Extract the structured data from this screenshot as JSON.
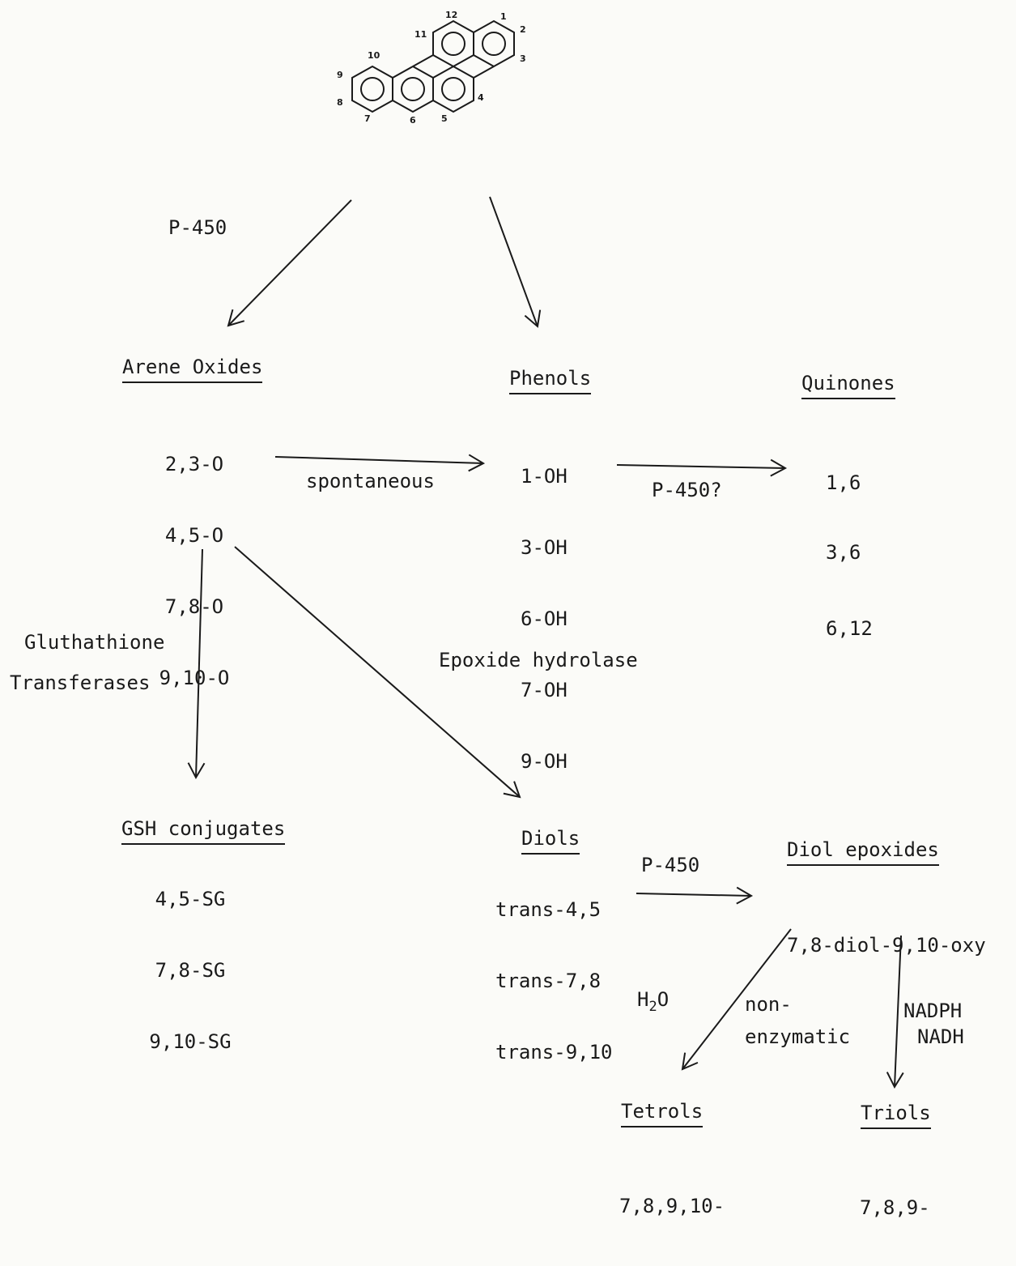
{
  "molecule": {
    "locants": [
      "1",
      "2",
      "3",
      "4",
      "5",
      "6",
      "7",
      "8",
      "9",
      "10",
      "11",
      "12"
    ]
  },
  "enzymes": {
    "p450_top": "P-450",
    "spontaneous": "spontaneous",
    "p450_question": "P-450?",
    "gst_line1": "Gluthathione",
    "gst_line2": "Transferases",
    "epoxide_hydrolase": "Epoxide hydrolase",
    "p450_diols": "P-450",
    "water_h": "H",
    "water_sub": "2",
    "water_o": "O",
    "nonenzymatic_line1": "non-",
    "nonenzymatic_line2": "enzymatic",
    "cofactor_line1": "NADPH",
    "cofactor_line2": "NADH"
  },
  "groups": {
    "arene_oxides": {
      "title": "Arene Oxides",
      "items": [
        "2,3-O",
        "4,5-O",
        "7,8-O",
        "9,10-O"
      ]
    },
    "phenols": {
      "title": "Phenols",
      "items": [
        "1-OH",
        "3-OH",
        "6-OH",
        "7-OH",
        "9-OH"
      ]
    },
    "quinones": {
      "title": "Quinones",
      "items": [
        "1,6",
        "3,6",
        "6,12"
      ]
    },
    "gsh_conjugates": {
      "title": "GSH conjugates",
      "items": [
        "4,5-SG",
        "7,8-SG",
        "9,10-SG"
      ]
    },
    "diols": {
      "title": "Diols",
      "items": [
        "trans-4,5",
        "trans-7,8",
        "trans-9,10"
      ]
    },
    "diol_epoxides": {
      "title": "Diol epoxides",
      "items": [
        "7,8-diol-9,10-oxy"
      ]
    },
    "tetrols": {
      "title": "Tetrols",
      "items": [
        "7,8,9,10-"
      ]
    },
    "triols": {
      "title": "Triols",
      "items": [
        "7,8,9-"
      ]
    }
  }
}
